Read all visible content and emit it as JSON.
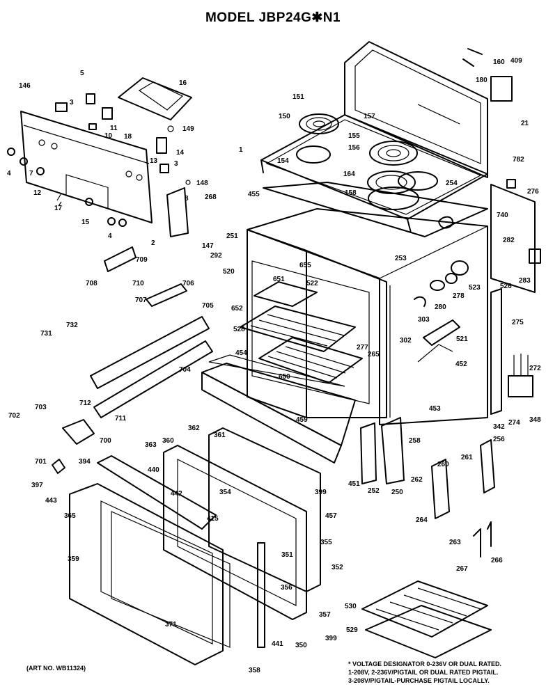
{
  "title": "MODEL JBP24G✱N1",
  "art_number": "(ART NO. WB11324)",
  "footnote": {
    "line1": "* VOLTAGE DESIGNATOR 0-236V OR DUAL RATED.",
    "line2": "1-208V, 2-236V/PIGTAIL OR DUAL RATED PIGTAIL.",
    "line3": "3-208V/PIGTAIL-PURCHASE PIGTAIL LOCALLY."
  },
  "part_labels": {
    "p146": "146",
    "p5": "5",
    "p16": "16",
    "p3a": "3",
    "p11": "11",
    "p10": "10",
    "p18": "18",
    "p149": "149",
    "p14": "14",
    "p13": "13",
    "p3b": "3",
    "p148": "148",
    "p4a": "4",
    "p7": "7",
    "p12": "12",
    "p17": "17",
    "p15": "15",
    "p4b": "4",
    "p2": "2",
    "p8": "8",
    "p147": "147",
    "p1": "1",
    "p151": "151",
    "p150": "150",
    "p157": "157",
    "p155": "155",
    "p156": "156",
    "p154": "154",
    "p164": "164",
    "p158": "158",
    "p254": "254",
    "p160": "160",
    "p409": "409",
    "p180": "180",
    "p21": "21",
    "p782": "782",
    "p276": "276",
    "p740": "740",
    "p282": "282",
    "p283": "283",
    "p526": "526",
    "p523": "523",
    "p278": "278",
    "p280": "280",
    "p303": "303",
    "p302": "302",
    "p521": "521",
    "p275": "275",
    "p272": "272",
    "p274": "274",
    "p348": "348",
    "p342": "342",
    "p256": "256",
    "p453": "453",
    "p452": "452",
    "p268": "268",
    "p455": "455",
    "p251": "251",
    "p292": "292",
    "p253": "253",
    "p520": "520",
    "p655": "655",
    "p651": "651",
    "p522": "522",
    "p652": "652",
    "p528": "528",
    "p277": "277",
    "p265": "265",
    "p650": "650",
    "p454": "454",
    "p709": "709",
    "p708": "708",
    "p710": "710",
    "p706": "706",
    "p707": "707",
    "p705": "705",
    "p731": "731",
    "p732": "732",
    "p704": "704",
    "p712": "712",
    "p711": "711",
    "p702": "702",
    "p703": "703",
    "p700": "700",
    "p701": "701",
    "p362": "362",
    "p361": "361",
    "p363": "363",
    "p360": "360",
    "p440": "440",
    "p459": "459",
    "p258": "258",
    "p250": "250",
    "p252": "252",
    "p451": "451",
    "p457": "457",
    "p399a": "399",
    "p394": "394",
    "p397": "397",
    "p443": "443",
    "p365": "365",
    "p442": "442",
    "p354": "354",
    "p415": "415",
    "p355": "355",
    "p352": "352",
    "p359": "359",
    "p351": "351",
    "p356": "356",
    "p357": "357",
    "p399b": "399",
    "p371": "371",
    "p441": "441",
    "p350": "350",
    "p358": "358",
    "p260": "260",
    "p261": "261",
    "p262": "262",
    "p264": "264",
    "p263": "263",
    "p267": "267",
    "p266": "266",
    "p530": "530",
    "p529": "529"
  }
}
